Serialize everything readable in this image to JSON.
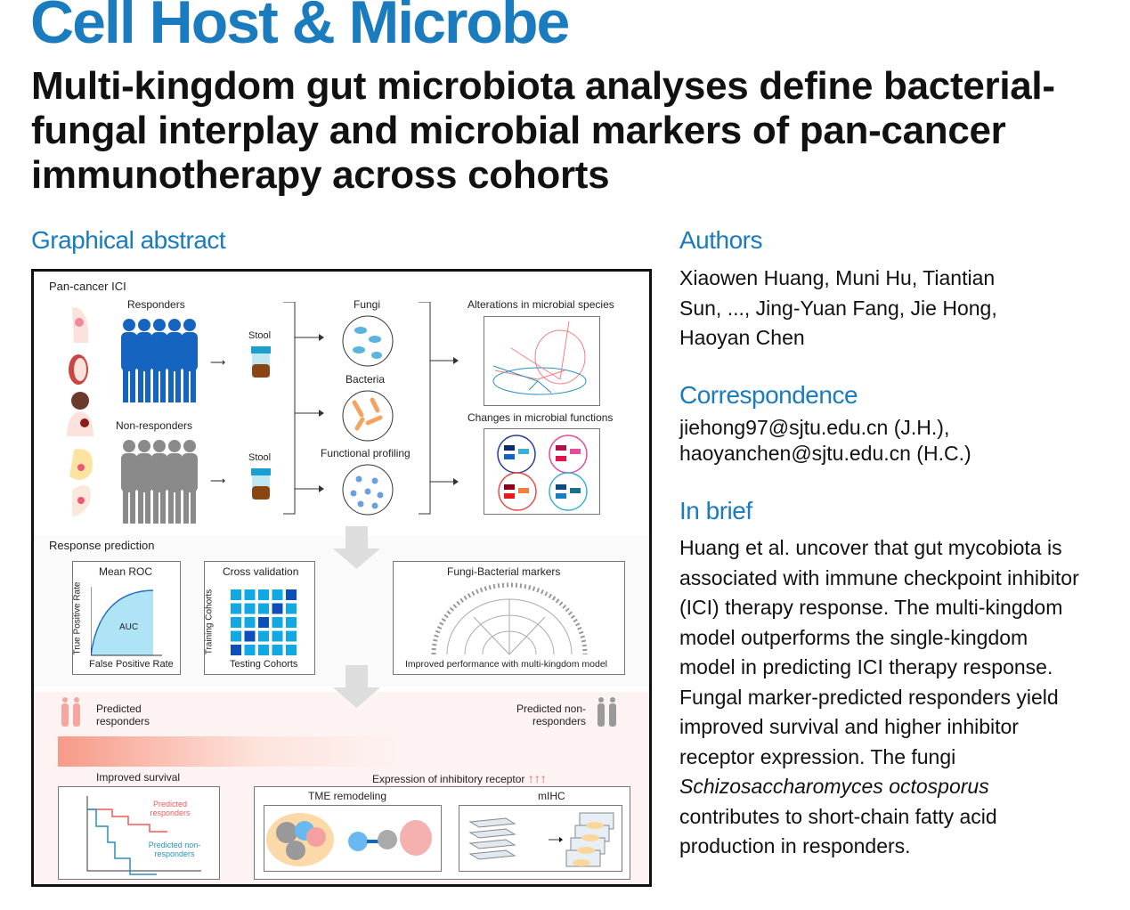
{
  "journal": "Cell Host & Microbe",
  "title": "Multi-kingdom gut microbiota analyses define bacterial-fungal interplay and microbial markers of pan-cancer immunotherapy across cohorts",
  "graphical_abstract": {
    "heading": "Graphical abstract",
    "pan_cancer": "Pan-cancer ICI",
    "responders": "Responders",
    "non_responders": "Non-responders",
    "stool1": "Stool",
    "stool2": "Stool",
    "fungi": "Fungi",
    "bacteria": "Bacteria",
    "functional": "Functional profiling",
    "alterations": "Alterations in microbial species",
    "changes": "Changes in microbial functions",
    "response_prediction": "Response prediction",
    "mean_roc": "Mean ROC",
    "tpr": "True Positive Rate",
    "fpr": "False Positive Rate",
    "auc": "AUC",
    "cross_validation": "Cross validation",
    "training": "Training Cohorts",
    "testing": "Testing Cohorts",
    "markers": "Fungi-Bacterial markers",
    "improved_perf": "Improved performance with multi-kingdom model",
    "pred_resp": "Predicted responders",
    "pred_nonresp": "Predicted non-responders",
    "improved_survival": "Improved survival",
    "km_resp": "Predicted responders",
    "km_nonresp": "Predicted non-responders",
    "expression": "Expression of inhibitory receptor",
    "tme": "TME remodeling",
    "mihc": "mIHC"
  },
  "authors": {
    "heading": "Authors",
    "text": "Xiaowen Huang, Muni Hu, Tiantian Sun, ..., Jing-Yuan Fang, Jie Hong, Haoyan Chen"
  },
  "correspondence": {
    "heading": "Correspondence",
    "line1": "jiehong97@sjtu.edu.cn (J.H.),",
    "line2": "haoyanchen@sjtu.edu.cn (H.C.)"
  },
  "in_brief": {
    "heading": "In brief",
    "text1": "Huang et al. uncover that gut mycobiota is associated with immune checkpoint inhibitor (ICI) therapy response. The multi-kingdom model outperforms the single-kingdom model in predicting ICI therapy response. Fungal marker-predicted responders yield improved survival and higher inhibitor receptor expression. The fungi ",
    "species": "Schizosaccharomyces octosporus",
    "text2": " contributes to short-chain fatty acid production in responders."
  },
  "colors": {
    "brand": "#1b7bbf",
    "responder": "#1565c0",
    "nonresponder": "#8a8a8a"
  }
}
